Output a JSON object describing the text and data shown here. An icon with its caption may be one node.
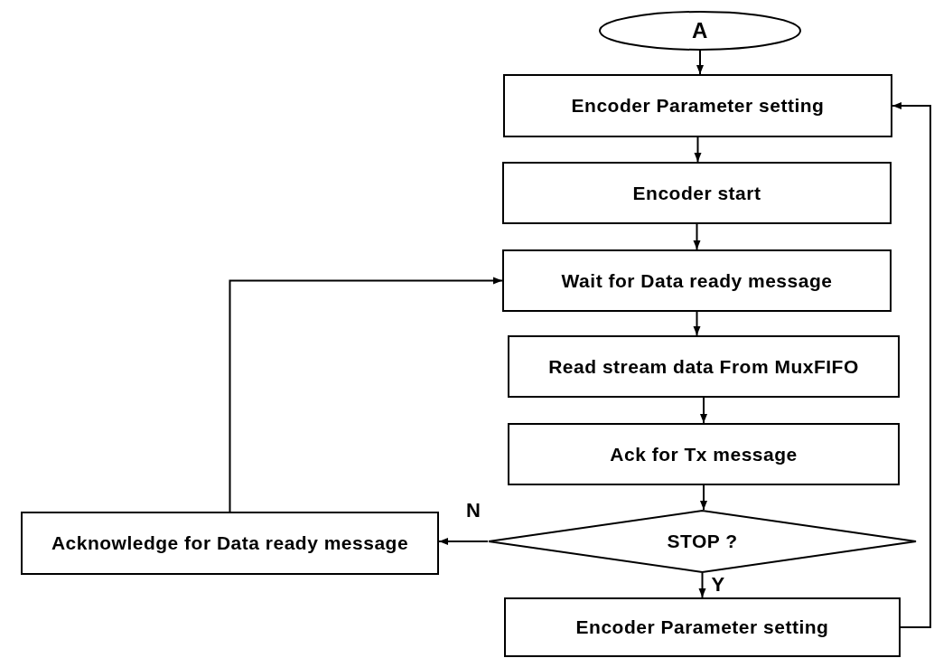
{
  "diagram": {
    "nodes": [
      {
        "text": [
          "A"
        ]
      },
      {
        "text": [
          "Encoder Parameter setting"
        ]
      },
      {
        "text": [
          "Encoder start"
        ]
      },
      {
        "text": [
          "Wait for Data ready message"
        ]
      },
      {
        "text": [
          "Read stream data From MuxFIFO"
        ]
      },
      {
        "text": [
          "Ack for Tx message"
        ]
      },
      {
        "text": [
          "STOP ?"
        ]
      },
      {
        "text": [
          "Acknowledge for Data ready message"
        ]
      },
      {
        "text": [
          "Encoder Parameter setting"
        ]
      }
    ],
    "edges": [
      {
        "from": 0,
        "to": 1,
        "arrow": "to"
      },
      {
        "from": 1,
        "to": 2,
        "arrow": "to"
      },
      {
        "from": 2,
        "to": 3,
        "arrow": "to"
      },
      {
        "from": 3,
        "to": 4,
        "arrow": "to"
      },
      {
        "from": 4,
        "to": 5,
        "arrow": "to"
      },
      {
        "from": 5,
        "to": 6,
        "arrow": "to"
      },
      {
        "from": 6,
        "to": 7,
        "arrow": "to",
        "label": "N"
      },
      {
        "from": 6,
        "to": 8,
        "arrow": "to",
        "label": "Y"
      },
      {
        "from": 7,
        "to": 3,
        "arrow": "to"
      },
      {
        "from": 8,
        "to": 1,
        "arrow": "to"
      }
    ]
  }
}
